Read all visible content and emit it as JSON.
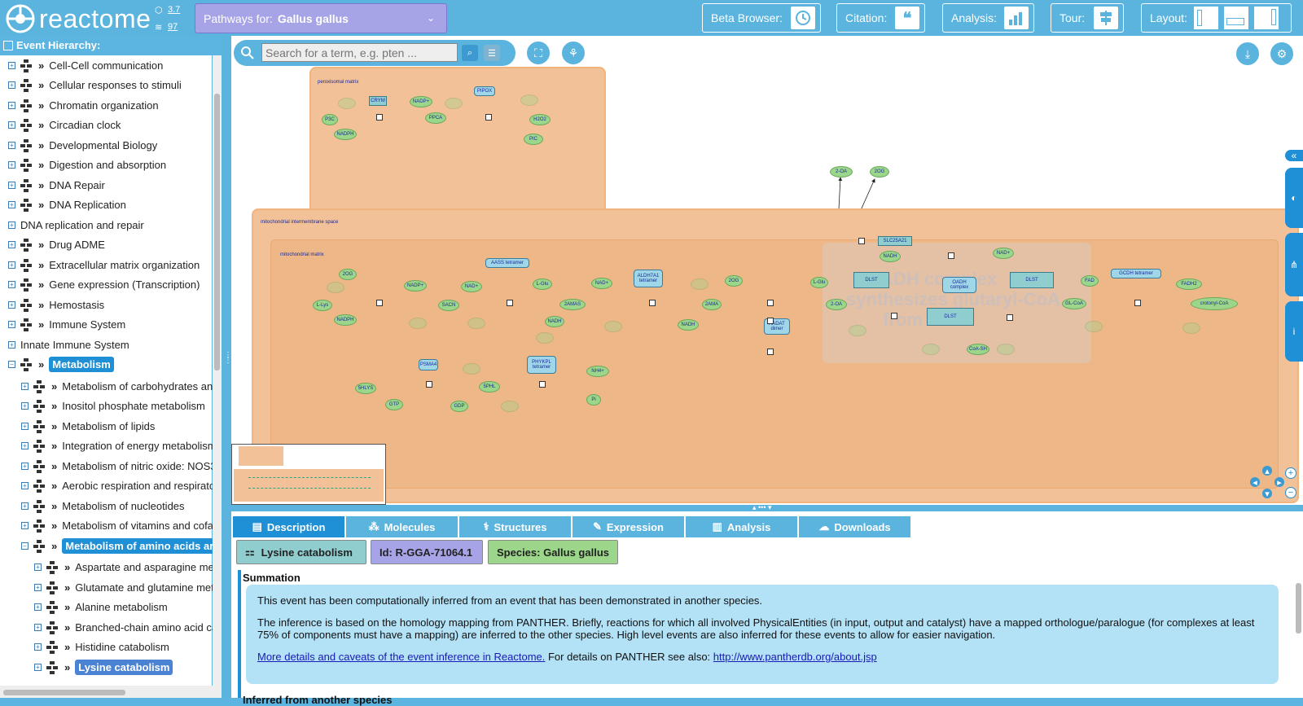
{
  "app": {
    "name": "reactome",
    "version": "3.7",
    "count": "97"
  },
  "species_selector": {
    "label": "Pathways for:",
    "value": "Gallus gallus"
  },
  "toolbar": {
    "beta": "Beta Browser:",
    "citation": "Citation:",
    "analysis": "Analysis:",
    "tour": "Tour:",
    "layout": "Layout:"
  },
  "hierarchy": {
    "title": "Event Hierarchy:",
    "items": [
      {
        "label": "Cell-Cell communication",
        "level": 0
      },
      {
        "label": "Cellular responses to stimuli",
        "level": 0
      },
      {
        "label": "Chromatin organization",
        "level": 0
      },
      {
        "label": "Circadian clock",
        "level": 0
      },
      {
        "label": "Developmental Biology",
        "level": 0
      },
      {
        "label": "Digestion and absorption",
        "level": 0
      },
      {
        "label": "DNA Repair",
        "level": 0
      },
      {
        "label": "DNA Replication",
        "level": 0
      },
      {
        "label": "DNA replication and repair",
        "level": 0
      },
      {
        "label": "Drug ADME",
        "level": 0
      },
      {
        "label": "Extracellular matrix organization",
        "level": 0
      },
      {
        "label": "Gene expression (Transcription)",
        "level": 0
      },
      {
        "label": "Hemostasis",
        "level": 0
      },
      {
        "label": "Immune System",
        "level": 0
      },
      {
        "label": "Innate Immune System",
        "level": 0
      },
      {
        "label": "Metabolism",
        "level": 0
      },
      {
        "label": "Metabolism of carbohydrates an",
        "level": 1
      },
      {
        "label": "Inositol phosphate metabolism",
        "level": 1
      },
      {
        "label": "Metabolism of lipids",
        "level": 1
      },
      {
        "label": "Integration of energy metabolism",
        "level": 1
      },
      {
        "label": "Metabolism of nitric oxide: NOS3",
        "level": 1
      },
      {
        "label": "Aerobic respiration and respiratc",
        "level": 1
      },
      {
        "label": "Metabolism of nucleotides",
        "level": 1
      },
      {
        "label": "Metabolism of vitamins and cofa",
        "level": 1
      },
      {
        "label": "Metabolism of amino acids ar",
        "level": 1
      },
      {
        "label": "Aspartate and asparagine me",
        "level": 2
      },
      {
        "label": "Glutamate and glutamine met",
        "level": 2
      },
      {
        "label": "Alanine metabolism",
        "level": 2
      },
      {
        "label": "Branched-chain amino acid ca",
        "level": 2
      },
      {
        "label": "Histidine catabolism",
        "level": 2
      },
      {
        "label": "Lysine catabolism",
        "level": 2
      }
    ]
  },
  "search": {
    "placeholder": "Search for a term, e.g. pten ..."
  },
  "diagram": {
    "compartments": {
      "peroxisome": "peroxisomal matrix",
      "mito_ims": "mitochondrial intermembrane space",
      "mito_matrix": "mitochondrial matrix"
    },
    "overlay": [
      "OADH complex",
      "synthesizes glutaryl-CoA",
      "from 2-OA"
    ],
    "entities": {
      "p3c": "P3C",
      "nadph": "NADPH",
      "crym": "CRYM",
      "nadpplus": "NADP+",
      "ppca": "PPCA",
      "pipox": "PIPOX",
      "h2o2": "H2O2",
      "pic": "PIC",
      "oa_top": "2-OA",
      "og_top": "2OG",
      "slc25a21": "SLC25A21",
      "aass": "AASS tetramer",
      "llys": "L-Lys",
      "og1": "2OG",
      "nadph2": "NADPH",
      "nadp2": "NADP+",
      "nad1": "NAD+",
      "sacn": "SACN",
      "lglu1": "L-Glu",
      "nadh1": "NADH",
      "amas": "2AMAS",
      "nad2": "NAD+",
      "aldh7a1": "ALDH7A1 tetramer",
      "nadh2": "NADH",
      "ama": "2AMA",
      "og2": "2OG",
      "aadat": "AADAT dimer",
      "lglu2": "L-Glu",
      "oa2": "2-OA",
      "nadh3": "NADH",
      "dlst1": "DLST",
      "oadh": "OADH complex",
      "nad3": "NAD+",
      "dlst2": "DLST",
      "dlst3": "DLST",
      "coash": "CoA-SH",
      "glcoa": "GL-CoA",
      "fad": "FAD",
      "gcdh": "GCDH tetramer",
      "fadh2": "FADH2",
      "crotonyl": "crotonyl-CoA",
      "hlys": "5HLYS",
      "gtp": "GTP",
      "psma4": "PSMA4",
      "gdp": "GDP",
      "phl": "5PHL",
      "phykpl": "PHYKPL tetramer",
      "nh4": "NH4+",
      "pi": "Pi"
    }
  },
  "tabs": [
    "Description",
    "Molecules",
    "Structures",
    "Expression",
    "Analysis",
    "Downloads"
  ],
  "details": {
    "name": "Lysine catabolism",
    "id": "Id: R-GGA-71064.1",
    "species": "Species: Gallus gallus",
    "summation_title": "Summation",
    "p1": "This event has been computationally inferred from an event that has been demonstrated in another species.",
    "p2": "The inference is based on the homology mapping from PANTHER. Briefly, reactions for which all involved PhysicalEntities (in input, output and catalyst) have a mapped orthologue/paralogue (for complexes at least 75% of components must have a mapping) are inferred to the other species. High level events are also inferred for these events to allow for easier navigation.",
    "link1": "More details and caveats of the event inference in Reactome.",
    "p3_mid": " For details on PANTHER see also: ",
    "link2": "http://www.pantherdb.org/about.jsp",
    "inferred": "Inferred from another species"
  },
  "colors": {
    "topbar": "#5ab4de",
    "selected": "#1f8fd6",
    "compartment": "#f2c197",
    "entity": "#9bd68a",
    "complex": "#8fcdcf"
  }
}
